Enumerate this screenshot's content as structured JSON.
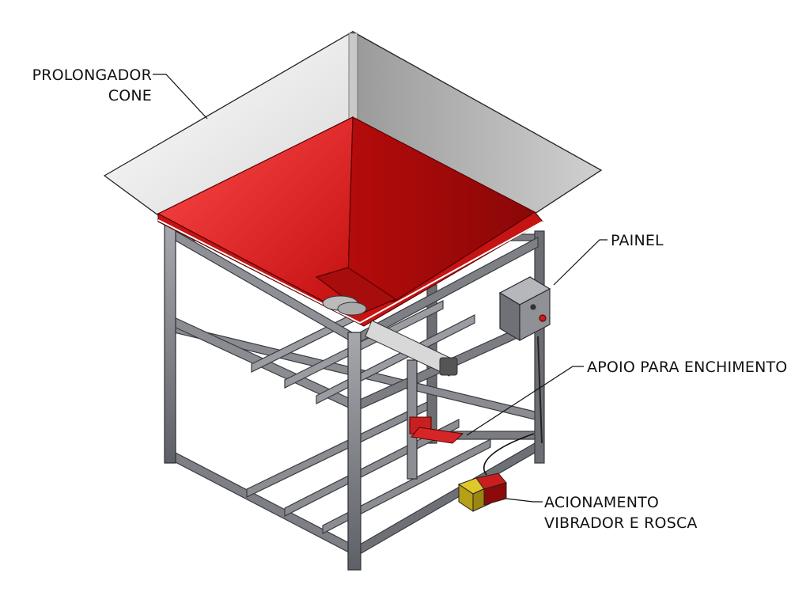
{
  "labels": {
    "prolongador_line1": "PROLONGADOR",
    "prolongador_line2": "CONE",
    "painel": "PAINEL",
    "apoio": "APOIO PARA ENCHIMENTO",
    "acionamento_line1": "ACIONAMENTO",
    "acionamento_line2": "VIBRADOR E ROSCA"
  },
  "colors": {
    "hopper_red": "#d41a1a",
    "hopper_red_dark": "#9e0c0c",
    "frame_steel": "#7d7f84",
    "frame_steel_dark": "#45474c",
    "sheet_metal": "#e8e8e8",
    "panel_box": "#8d9096",
    "pedal_yellow": "#d9c21a"
  }
}
